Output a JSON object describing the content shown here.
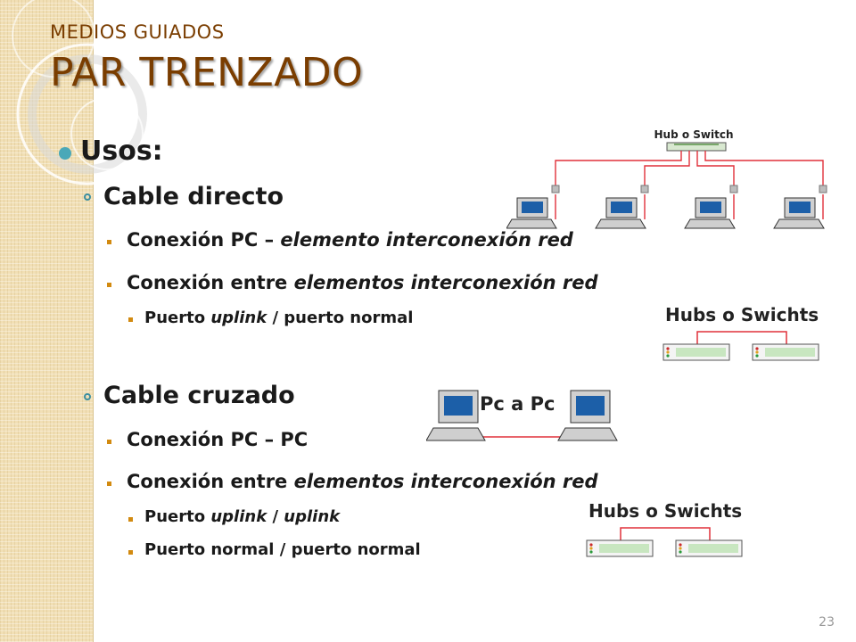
{
  "header": {
    "subtitle": "MEDIOS GUIADOS",
    "title": "PAR TRENZADO"
  },
  "content": {
    "usos": "Usos:",
    "cable_directo": {
      "heading": "Cable directo",
      "item1": {
        "normal": "Conexión PC – ",
        "italic": "elemento interconexión red"
      },
      "item2": {
        "normal": "Conexión entre ",
        "italic": "elementos interconexión red"
      },
      "sub1": {
        "normal1": "Puerto ",
        "italic": "uplink",
        "normal2": " / puerto normal"
      }
    },
    "cable_cruzado": {
      "heading": "Cable cruzado",
      "item1": "Conexión PC – PC",
      "item2": {
        "normal": "Conexión entre ",
        "italic": "elementos interconexión red"
      },
      "sub1": {
        "normal1": "Puerto ",
        "italic1": "uplink",
        "normal2": " / ",
        "italic2": "uplink"
      },
      "sub2": "Puerto normal / puerto normal"
    }
  },
  "figures": {
    "hub_switch_label": "Hub o Switch",
    "hubs_label_1": "Hubs o Swichts",
    "pc_a_pc_label": "Pc a Pc",
    "hubs_label_2": "Hubs o Swichts"
  },
  "colors": {
    "title": "#7a3d00",
    "cable": "#e0303a",
    "bullet_main": "#4aa8b8",
    "bullet_sub": "#d28a10"
  },
  "page_number": "23"
}
